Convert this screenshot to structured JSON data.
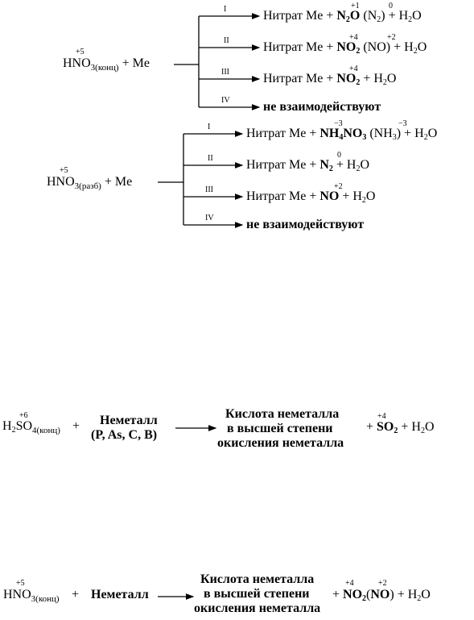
{
  "scheme1": {
    "reactant_pre": "HNO",
    "reactant_sub": "3(конц)",
    "reactant_ox": "+5",
    "reactant_post": " + Me",
    "branches": [
      {
        "num": "I",
        "pre": "Нитрат Me + ",
        "bold": "N",
        "bold_sub": "2",
        "bold_post": "O",
        "ox1": "+1",
        "mid": " (N",
        "mid_sub": "2",
        "mid_post": ") + H",
        "water_sub": "2",
        "end": "O",
        "ox2": "0"
      },
      {
        "num": "II",
        "pre": "Нитрат Me + ",
        "bold": "NO",
        "bold_sub": "2",
        "ox1": "+4",
        "mid": " (NO) + H",
        "water_sub": "2",
        "end": "O",
        "ox2": "+2"
      },
      {
        "num": "III",
        "pre": "Нитрат Me + ",
        "bold": "NO",
        "bold_sub": "2",
        "ox1": "+4",
        "mid": " + H",
        "water_sub": "2",
        "end": "O"
      },
      {
        "num": "IV",
        "text": "не взаимодействуют"
      }
    ]
  },
  "scheme2": {
    "reactant_pre": "HNO",
    "reactant_sub": "3(разб)",
    "reactant_ox": "+5",
    "reactant_post": " + Me",
    "branches": [
      {
        "num": "I",
        "pre": "Нитрат Me + ",
        "bold": "NH",
        "bold_sub": "4",
        "bold_post": "NO",
        "bold_sub2": "3",
        "ox1": "−3",
        "mid": " (NH",
        "mid_sub": "3",
        "mid_post": ") + H",
        "water_sub": "2",
        "end": "O",
        "ox2": "−3"
      },
      {
        "num": "II",
        "pre": "Нитрат Me + ",
        "bold": "N",
        "bold_sub": "2",
        "ox1": "0",
        "mid": " + H",
        "water_sub": "2",
        "end": "O"
      },
      {
        "num": "III",
        "pre": "Нитрат Me + ",
        "bold": "NO",
        "ox1": "+2",
        "mid": " + H",
        "water_sub": "2",
        "end": "O"
      },
      {
        "num": "IV",
        "text": "не взаимодействуют"
      }
    ]
  },
  "scheme3": {
    "acid_pre": "H",
    "acid_sub1": "2",
    "acid_mid": "SO",
    "acid_sub2": "4(конц)",
    "acid_ox": "+6",
    "plus1": "+",
    "nonmetal_line1": "Неметалл",
    "nonmetal_line2": "(P, As, C, B)",
    "product_line1": "Кислота неметалла",
    "product_line2": "в высшей степени",
    "product_line3": "окисления неметалла",
    "plus2": "+ ",
    "so2": "SO",
    "so2_sub": "2",
    "so2_ox": "+4",
    "water_pre": " + H",
    "water_sub": "2",
    "water_end": "O"
  },
  "scheme4": {
    "acid_pre": "HNO",
    "acid_sub": "3(конц)",
    "acid_ox": "+5",
    "plus1": "+",
    "nonmetal": "Неметалл",
    "product_line1": "Кислота неметалла",
    "product_line2": "в высшей степени",
    "product_line3": "окисления неметалла",
    "plus2": "+ ",
    "no2": "NO",
    "no2_sub": "2",
    "no2_ox": "+4",
    "no_open": "(",
    "no": "NO",
    "no_close": ")",
    "no_ox": "+2",
    "water_pre": " + H",
    "water_sub": "2",
    "water_end": "O"
  }
}
